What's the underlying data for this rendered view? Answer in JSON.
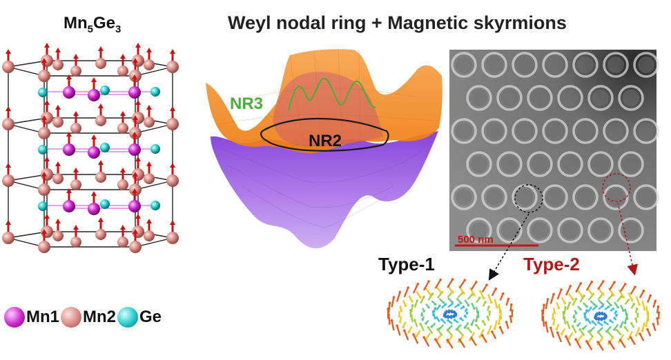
{
  "left_title": {
    "main": "Mn",
    "sub1": "5",
    "mid": "Ge",
    "sub2": "3"
  },
  "main_title": "Weyl nodal ring + Magnetic skyrmions",
  "band_labels": {
    "nr3": "NR3",
    "nr2": "NR2"
  },
  "scale_bar": "500 nm",
  "type_labels": {
    "type1": "Type-1",
    "type2": "Type-2"
  },
  "legend": [
    {
      "label": "Mn1",
      "color": "#cc22cc"
    },
    {
      "label": "Mn2",
      "color": "#d98a82"
    },
    {
      "label": "Ge",
      "color": "#22c8c8"
    }
  ],
  "colors": {
    "orange_band": "#f58a1f",
    "purple_band": "#8b3fe0",
    "nr3_line": "#4cae3a",
    "type2_red": "#b11818",
    "scale_red": "#c81414"
  }
}
